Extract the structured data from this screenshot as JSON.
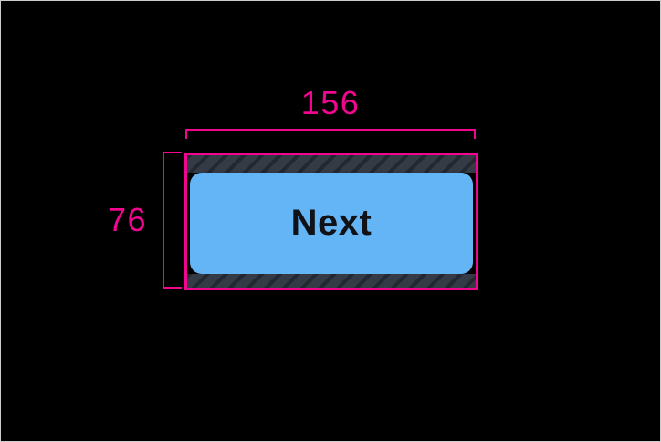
{
  "inspector": {
    "selected_widget": {
      "width_label": "156",
      "height_label": "76"
    },
    "annotation_color": "#F2058F",
    "tap_target_hatch": {
      "base_color": "#343B46",
      "stripe_color": "#262C34"
    }
  },
  "button": {
    "label": "Next",
    "fill_color": "#64B5F6",
    "text_color": "#101217"
  },
  "canvas": {
    "background_color": "#000000",
    "frame_border_color": "#CDCDCD"
  }
}
